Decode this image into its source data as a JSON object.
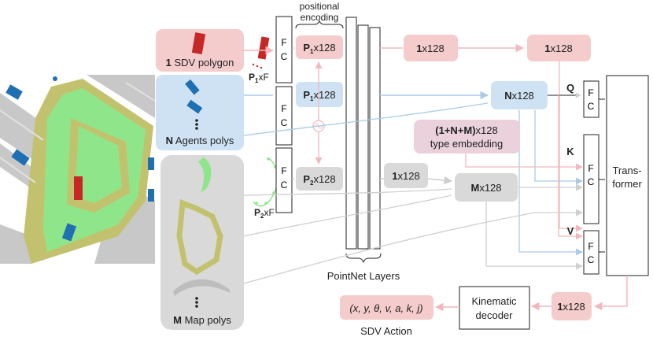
{
  "colors": {
    "sdv": "#f4cccc",
    "agent": "#cfe2f3",
    "map": "#d9d9d9",
    "type_embed": "#ead1dc",
    "pink_arrow": "#f2b8bf",
    "blue_arrow": "#a9cbe8",
    "grey_arrow": "#cfcfcf",
    "road_olive": "#c2c26e",
    "drivable_green": "#8fe68a",
    "agent_blue": "#1f6fb3",
    "sdv_red": "#c62828"
  },
  "inputs": {
    "sdv_count": "1",
    "sdv_label": " SDV polygon",
    "agents_count": "N",
    "agents_label": " Agents polys",
    "map_count": "M",
    "map_label": " Map polys"
  },
  "features": {
    "p1": "P",
    "p1_sub": "1",
    "p1_suffix": "xF",
    "p2": "P",
    "p2_sub": "2",
    "p2_suffix": "xF"
  },
  "fc_label": {
    "f": "F",
    "c": "C"
  },
  "encoding": {
    "label_line1": "positional",
    "label_line2": "encoding"
  },
  "embeddings": {
    "sdv_p": "P",
    "sdv_sub": "1",
    "sdv_suffix": "x128",
    "agent_p": "P",
    "agent_sub": "1",
    "agent_suffix": "x128",
    "map_p": "P",
    "map_sub": "2",
    "map_suffix": "x128"
  },
  "pointnet": {
    "label": "PointNet Layers"
  },
  "pooled": {
    "sdv_1": "1",
    "sdv_1_suffix": "x128",
    "sdv_2": "1",
    "sdv_2_suffix": "x128",
    "agents_n": "N",
    "agents_suffix": "x128",
    "map_1": "1",
    "map_1_suffix": "x128",
    "map_m": "M",
    "map_suffix": "x128"
  },
  "type_embedding": {
    "prefix": "(1+N+M)",
    "suffix": "x128",
    "line2": "type embedding"
  },
  "qkv": {
    "q": "Q",
    "k": "K",
    "v": "V"
  },
  "transformer": {
    "line1": "Trans-",
    "line2": "former"
  },
  "output": {
    "vec_1": "1",
    "vec_suffix": "x128",
    "decoder_line1": "Kinematic",
    "decoder_line2": "decoder",
    "action": "(x, y, θ, v, a, k, j)",
    "action_label": "SDV Action"
  }
}
